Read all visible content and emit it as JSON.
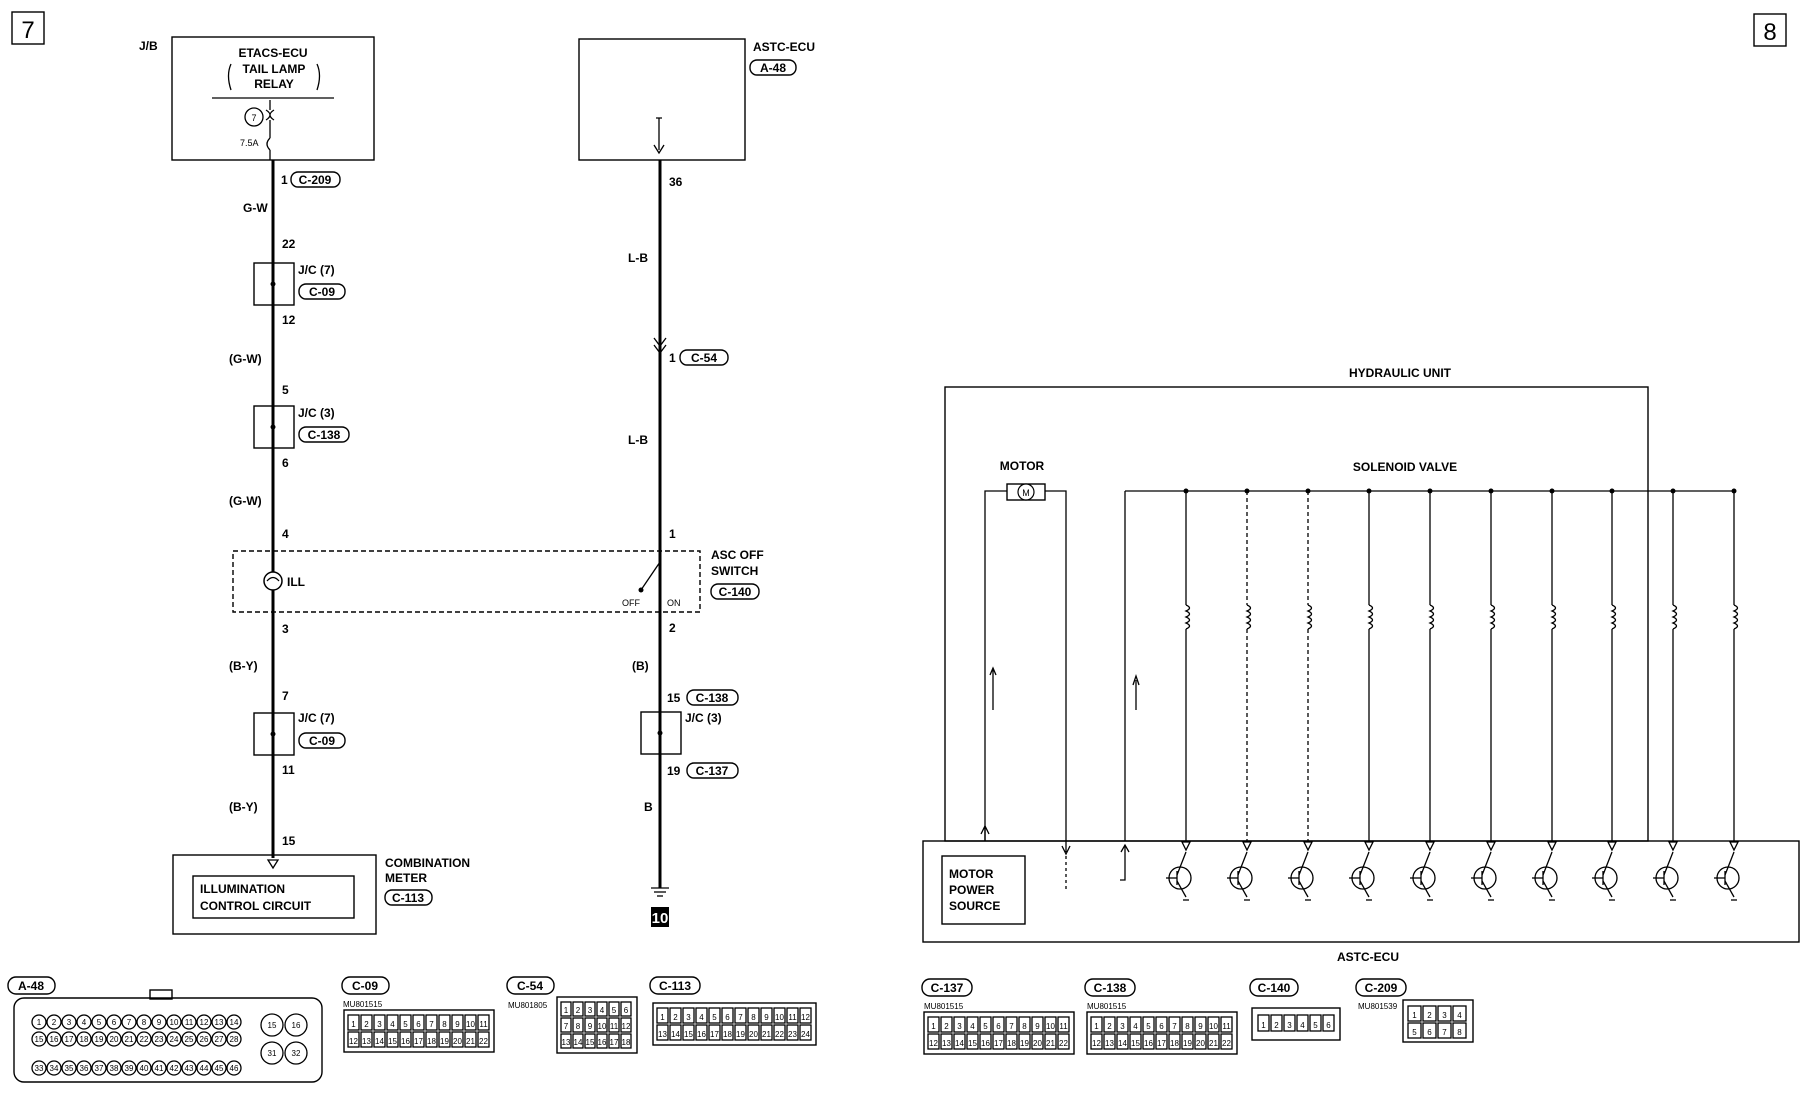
{
  "sheets": {
    "left_number": "7",
    "right_number": "8",
    "ground_ref": "10"
  },
  "etacs": {
    "jb": "J/B",
    "title": "ETACS-ECU",
    "sub1": "TAIL LAMP",
    "sub2": "RELAY",
    "fuse_no": "7",
    "fuse_rating": "7.5A"
  },
  "left_wire": {
    "conn1_pin": "1",
    "conn1": "C-209",
    "color1": "G-W",
    "jc1_in": "22",
    "jc1_name": "J/C (7)",
    "jc1_conn": "C-09",
    "jc1_out": "12",
    "color2": "(G-W)",
    "jc2_in": "5",
    "jc2_name": "J/C (3)",
    "jc2_conn": "C-138",
    "jc2_out": "6",
    "color3": "(G-W)",
    "sw_in": "4",
    "ill": "ILL",
    "sw_out": "3",
    "color4": "(B-Y)",
    "jc3_in": "7",
    "jc3_name": "J/C (7)",
    "jc3_conn": "C-09",
    "jc3_out": "11",
    "color5": "(B-Y)",
    "meter_pin": "15"
  },
  "meter": {
    "title1": "COMBINATION",
    "title2": "METER",
    "conn": "C-113",
    "circuit1": "ILLUMINATION",
    "circuit2": "CONTROL CIRCUIT"
  },
  "astc": {
    "title": "ASTC-ECU",
    "conn": "A-48"
  },
  "right_wire": {
    "ecu_pin": "36",
    "color1": "L-B",
    "conn_pin": "1",
    "conn": "C-54",
    "color2": "L-B",
    "sw_in": "1",
    "switch1": "ASC OFF",
    "switch2": "SWITCH",
    "switch_conn": "C-140",
    "off": "OFF",
    "on": "ON",
    "sw_out": "2",
    "color3": "(B)",
    "jc_in": "15",
    "jc_in_conn": "C-138",
    "jc_name": "J/C (3)",
    "jc_out": "19",
    "jc_out_conn": "C-137",
    "color4": "B"
  },
  "hydraulic": {
    "title": "HYDRAULIC UNIT",
    "motor": "MOTOR",
    "motor_symbol": "M",
    "solenoid": "SOLENOID VALVE",
    "ecu_label": "ASTC-ECU",
    "power1": "MOTOR",
    "power2": "POWER",
    "power3": "SOURCE"
  },
  "connectors": [
    {
      "id": "A-48",
      "part": ""
    },
    {
      "id": "C-09",
      "part": "MU801515"
    },
    {
      "id": "C-54",
      "part": "MU801805"
    },
    {
      "id": "C-113",
      "part": ""
    },
    {
      "id": "C-137",
      "part": "MU801515"
    },
    {
      "id": "C-138",
      "part": "MU801515"
    },
    {
      "id": "C-140",
      "part": ""
    },
    {
      "id": "C-209",
      "part": "MU801539"
    }
  ]
}
